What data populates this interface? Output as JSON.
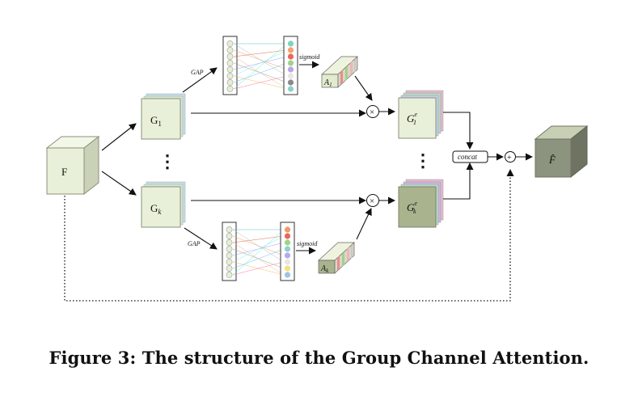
{
  "nodes": {
    "input": "F",
    "group_first": "G",
    "group_first_sub": "1",
    "group_last": "G",
    "group_last_sub": "k",
    "enh_first": "G",
    "enh_first_sup": "e",
    "enh_first_sub": "1",
    "enh_last": "G",
    "enh_last_sup": "e",
    "enh_last_sub": "k",
    "attn_first": "A",
    "attn_first_sub": "1",
    "attn_last": "A",
    "attn_last_sub": "k",
    "output": "F̂",
    "multiply": "×",
    "add": "+"
  },
  "labels": {
    "gap_top": "GAP",
    "gap_bottom": "GAP",
    "sigmoid_top": "sigmoid",
    "sigmoid_bottom": "sigmoid",
    "concat": "concat",
    "ellipsis": "⋮"
  },
  "colors": {
    "cube_light": "#e9f0d9",
    "cube_dark": "#868d7a",
    "cube_mid": "#b9c4a6",
    "line": "#111111"
  },
  "caption": "Figure 3: The structure of the Group Channel Attention."
}
